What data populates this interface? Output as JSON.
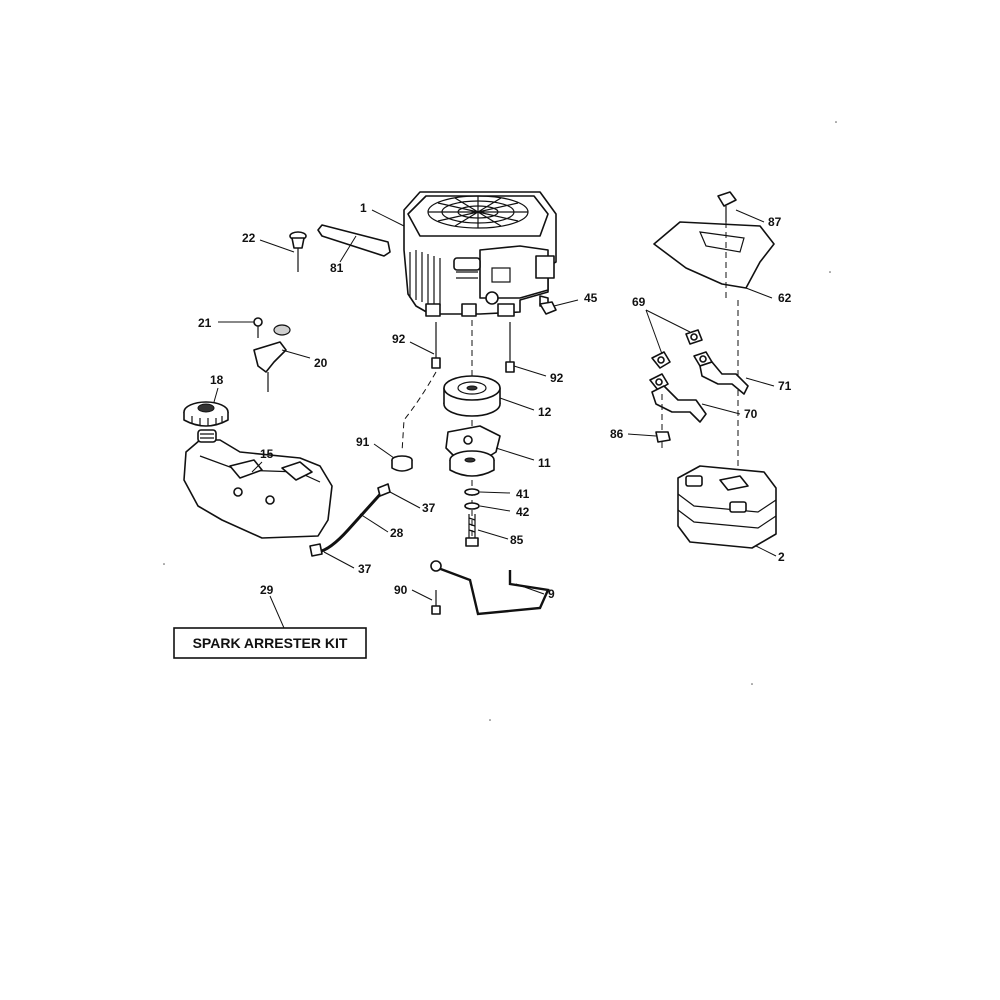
{
  "callouts": {
    "c1": "1",
    "c22": "22",
    "c81": "81",
    "c21": "21",
    "c20": "20",
    "c18": "18",
    "c15": "15",
    "c92a": "92",
    "c92b": "92",
    "c45": "45",
    "c12": "12",
    "c91": "91",
    "c11": "11",
    "c41": "41",
    "c42": "42",
    "c85": "85",
    "c37a": "37",
    "c37b": "37",
    "c28": "28",
    "c90": "90",
    "c9": "9",
    "c29": "29",
    "c87": "87",
    "c62": "62",
    "c69": "69",
    "c71": "71",
    "c70": "70",
    "c86": "86",
    "c2": "2"
  },
  "kit": {
    "label": "SPARK ARRESTER KIT"
  }
}
